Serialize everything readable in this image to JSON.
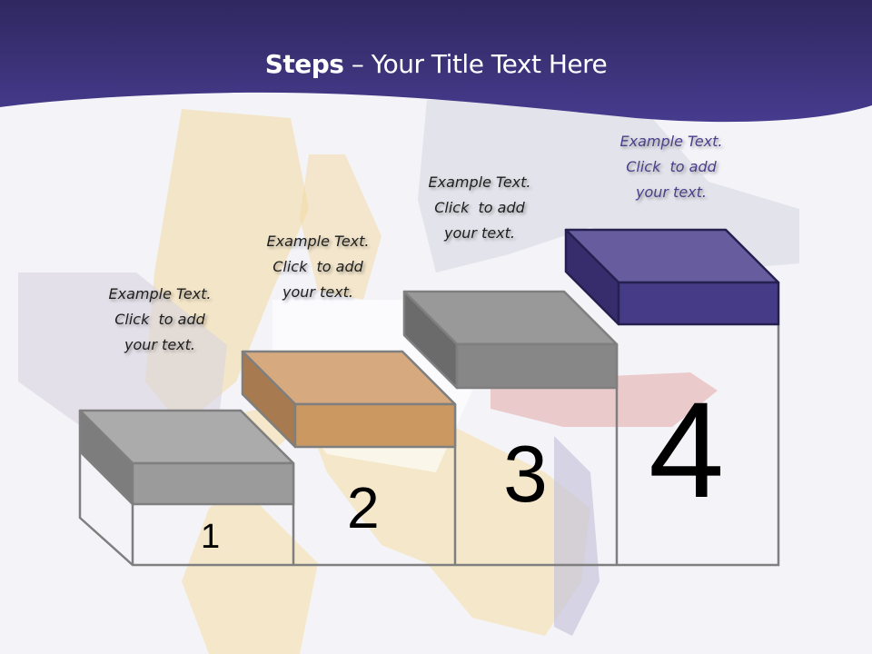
{
  "slide": {
    "title_bold": "Steps",
    "title_rest": " – Your Title Text Here",
    "colors": {
      "header": "#3d3580",
      "background": "#f4f3f8",
      "step1": "#9b9b9b",
      "step2": "#d09a64",
      "step3": "#8c8c8c",
      "step4": "#4a3f8a",
      "outline": "#7f7f7f"
    }
  },
  "steps": [
    {
      "number": "1",
      "caption_line1": "Example Text.",
      "caption_line2": "Click  to add",
      "caption_line3": "your text."
    },
    {
      "number": "2",
      "caption_line1": "Example Text.",
      "caption_line2": "Click  to add",
      "caption_line3": "your text."
    },
    {
      "number": "3",
      "caption_line1": "Example Text.",
      "caption_line2": "Click  to add",
      "caption_line3": "your text."
    },
    {
      "number": "4",
      "caption_line1": "Example Text.",
      "caption_line2": "Click  to add",
      "caption_line3": "your text."
    }
  ]
}
